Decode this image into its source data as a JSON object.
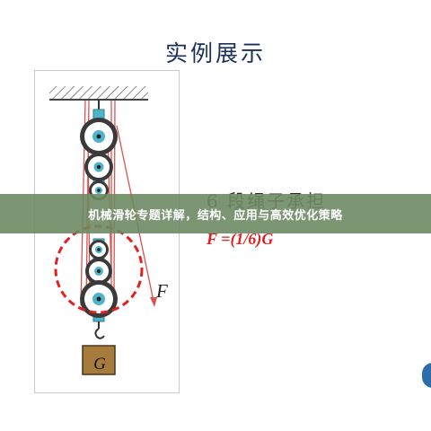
{
  "slide": {
    "title": "实例展示",
    "ropes_label": "6 段绳子承担",
    "formula": "F =(1/6)G"
  },
  "diagram": {
    "force_label": "F",
    "weight_label": "G",
    "colors": {
      "rope": "#d9534f",
      "pulley_bar": "#4fb3c9",
      "pulley_wheel": "#3a3a3a",
      "weight_box": "#a67c3d",
      "dashed_circle": "#e02121"
    }
  },
  "banner": {
    "text": "机械滑轮专题详解，结构、应用与高效优化策略"
  }
}
